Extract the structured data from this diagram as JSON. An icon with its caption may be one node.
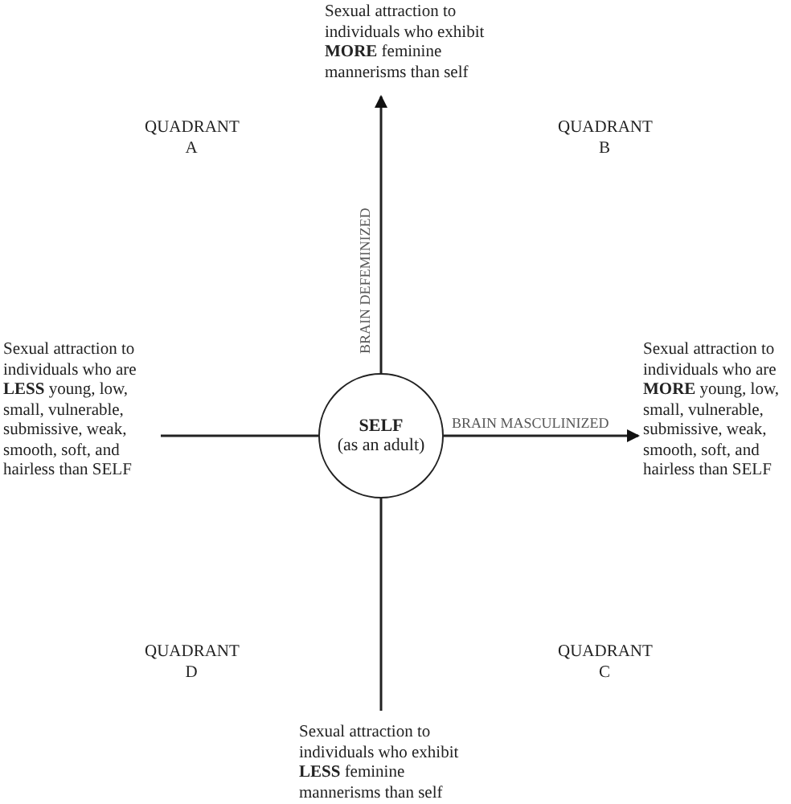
{
  "diagram": {
    "nodes": [
      {
        "text": [
          "SELF",
          "(as an adult)"
        ]
      },
      {
        "text": [
          "Sexual attraction to individuals who exhibit **MORE** feminine mannerisms than self"
        ]
      },
      {
        "text": [
          "Sexual attraction to individuals who are **LESS** young, low, small, vulnerable, submissive, weak, smooth, soft, and hairless than SELF"
        ]
      },
      {
        "text": [
          "Sexual attraction to individuals who are **MORE** young, low, small, vulnerable, submissive, weak, smooth, soft, and hairless than SELF"
        ]
      },
      {
        "text": [
          "Sexual attraction to individuals who exhibit **LESS** feminine mannerisms than self"
        ]
      }
    ],
    "edges": [
      {
        "from": 0,
        "to": 1,
        "arrow": "to",
        "label": "BRAIN DEFEMINIZED"
      },
      {
        "from": 0,
        "to": 2,
        "arrow": "none"
      },
      {
        "from": 0,
        "to": 3,
        "arrow": "to",
        "label": "BRAIN MASCULINIZED"
      },
      {
        "from": 0,
        "to": 4,
        "arrow": "none"
      }
    ],
    "labels": [
      "QUADRANT A",
      "QUADRANT B",
      "QUADRANT D",
      "QUADRANT C"
    ]
  }
}
